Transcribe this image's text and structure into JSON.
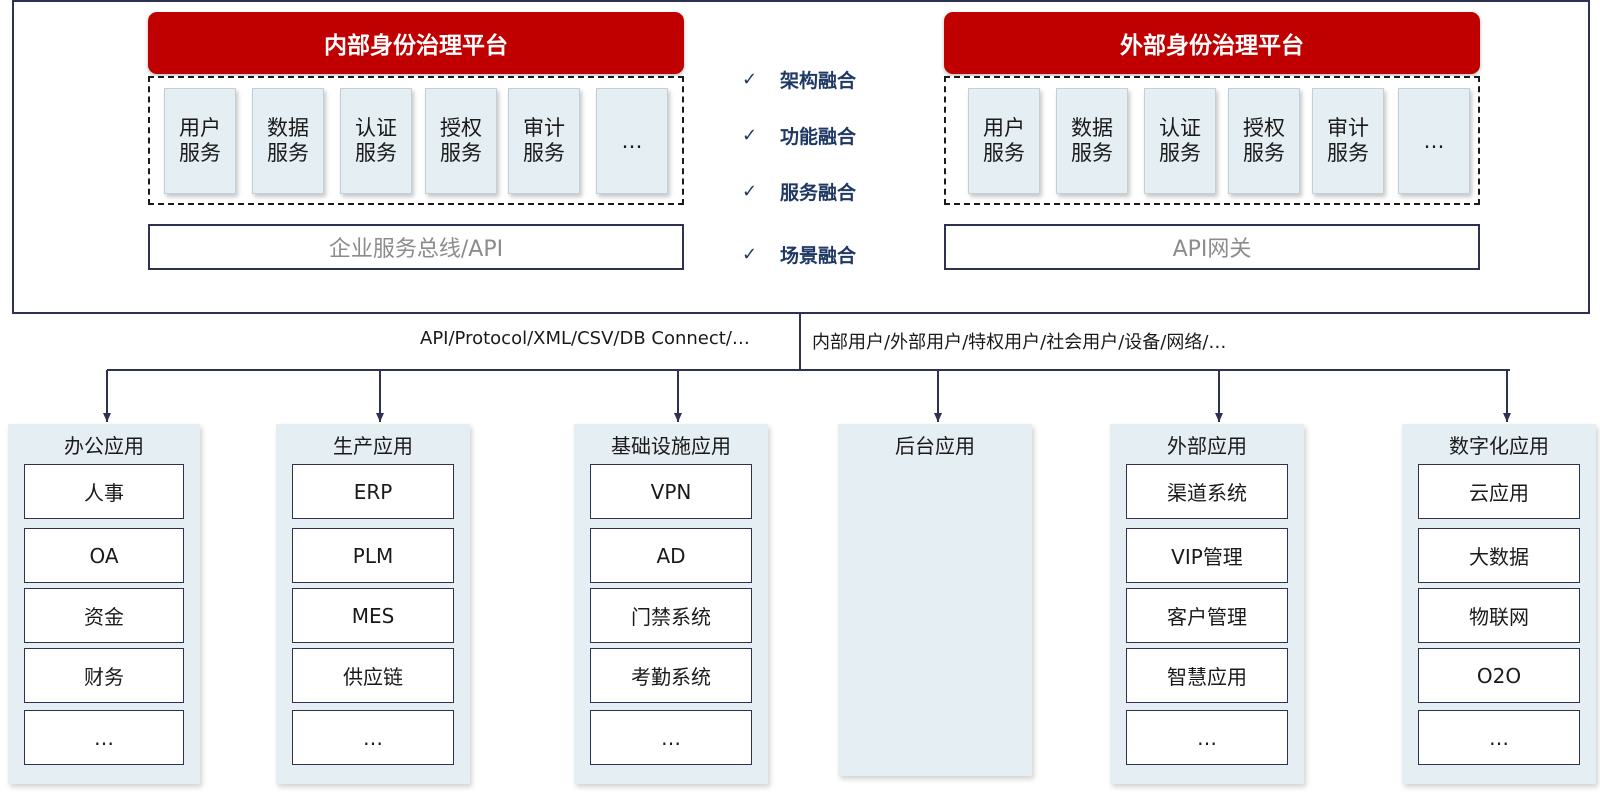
{
  "internal_platform": {
    "title": "内部身份治理平台",
    "services": [
      "用户\n服务",
      "数据\n服务",
      "认证\n服务",
      "授权\n服务",
      "审计\n服务",
      "…"
    ],
    "bus": "企业服务总线/API"
  },
  "external_platform": {
    "title": "外部身份治理平台",
    "services": [
      "用户\n服务",
      "数据\n服务",
      "认证\n服务",
      "授权\n服务",
      "审计\n服务",
      "…"
    ],
    "bus": "API网关"
  },
  "fusion": {
    "check_icon": "check-icon",
    "check_symbol": "✓",
    "items": [
      "架构融合",
      "功能融合",
      "服务融合",
      "场景融合"
    ]
  },
  "protocols": "API/Protocol/XML/CSV/DB Connect/…",
  "user_types": "内部用户/外部用户/特权用户/社会用户/设备/网络/…",
  "apps": [
    {
      "title": "办公应用",
      "items": [
        "人事",
        "OA",
        "资金",
        "财务",
        "…"
      ]
    },
    {
      "title": "生产应用",
      "items": [
        "ERP",
        "PLM",
        "MES",
        "供应链",
        "…"
      ]
    },
    {
      "title": "基础设施应用",
      "items": [
        "VPN",
        "AD",
        "门禁系统",
        "考勤系统",
        "…"
      ]
    },
    {
      "title": "后台应用",
      "items": []
    },
    {
      "title": "外部应用",
      "items": [
        "渠道系统",
        "VIP管理",
        "客户管理",
        "智慧应用",
        "…"
      ]
    },
    {
      "title": "数字化应用",
      "items": [
        "云应用",
        "大数据",
        "物联网",
        "O2O",
        "…"
      ]
    }
  ],
  "colors": {
    "banner": "#c00000",
    "panel": "#e4eef3",
    "line": "#2e3152",
    "check_text": "#1f3864"
  }
}
